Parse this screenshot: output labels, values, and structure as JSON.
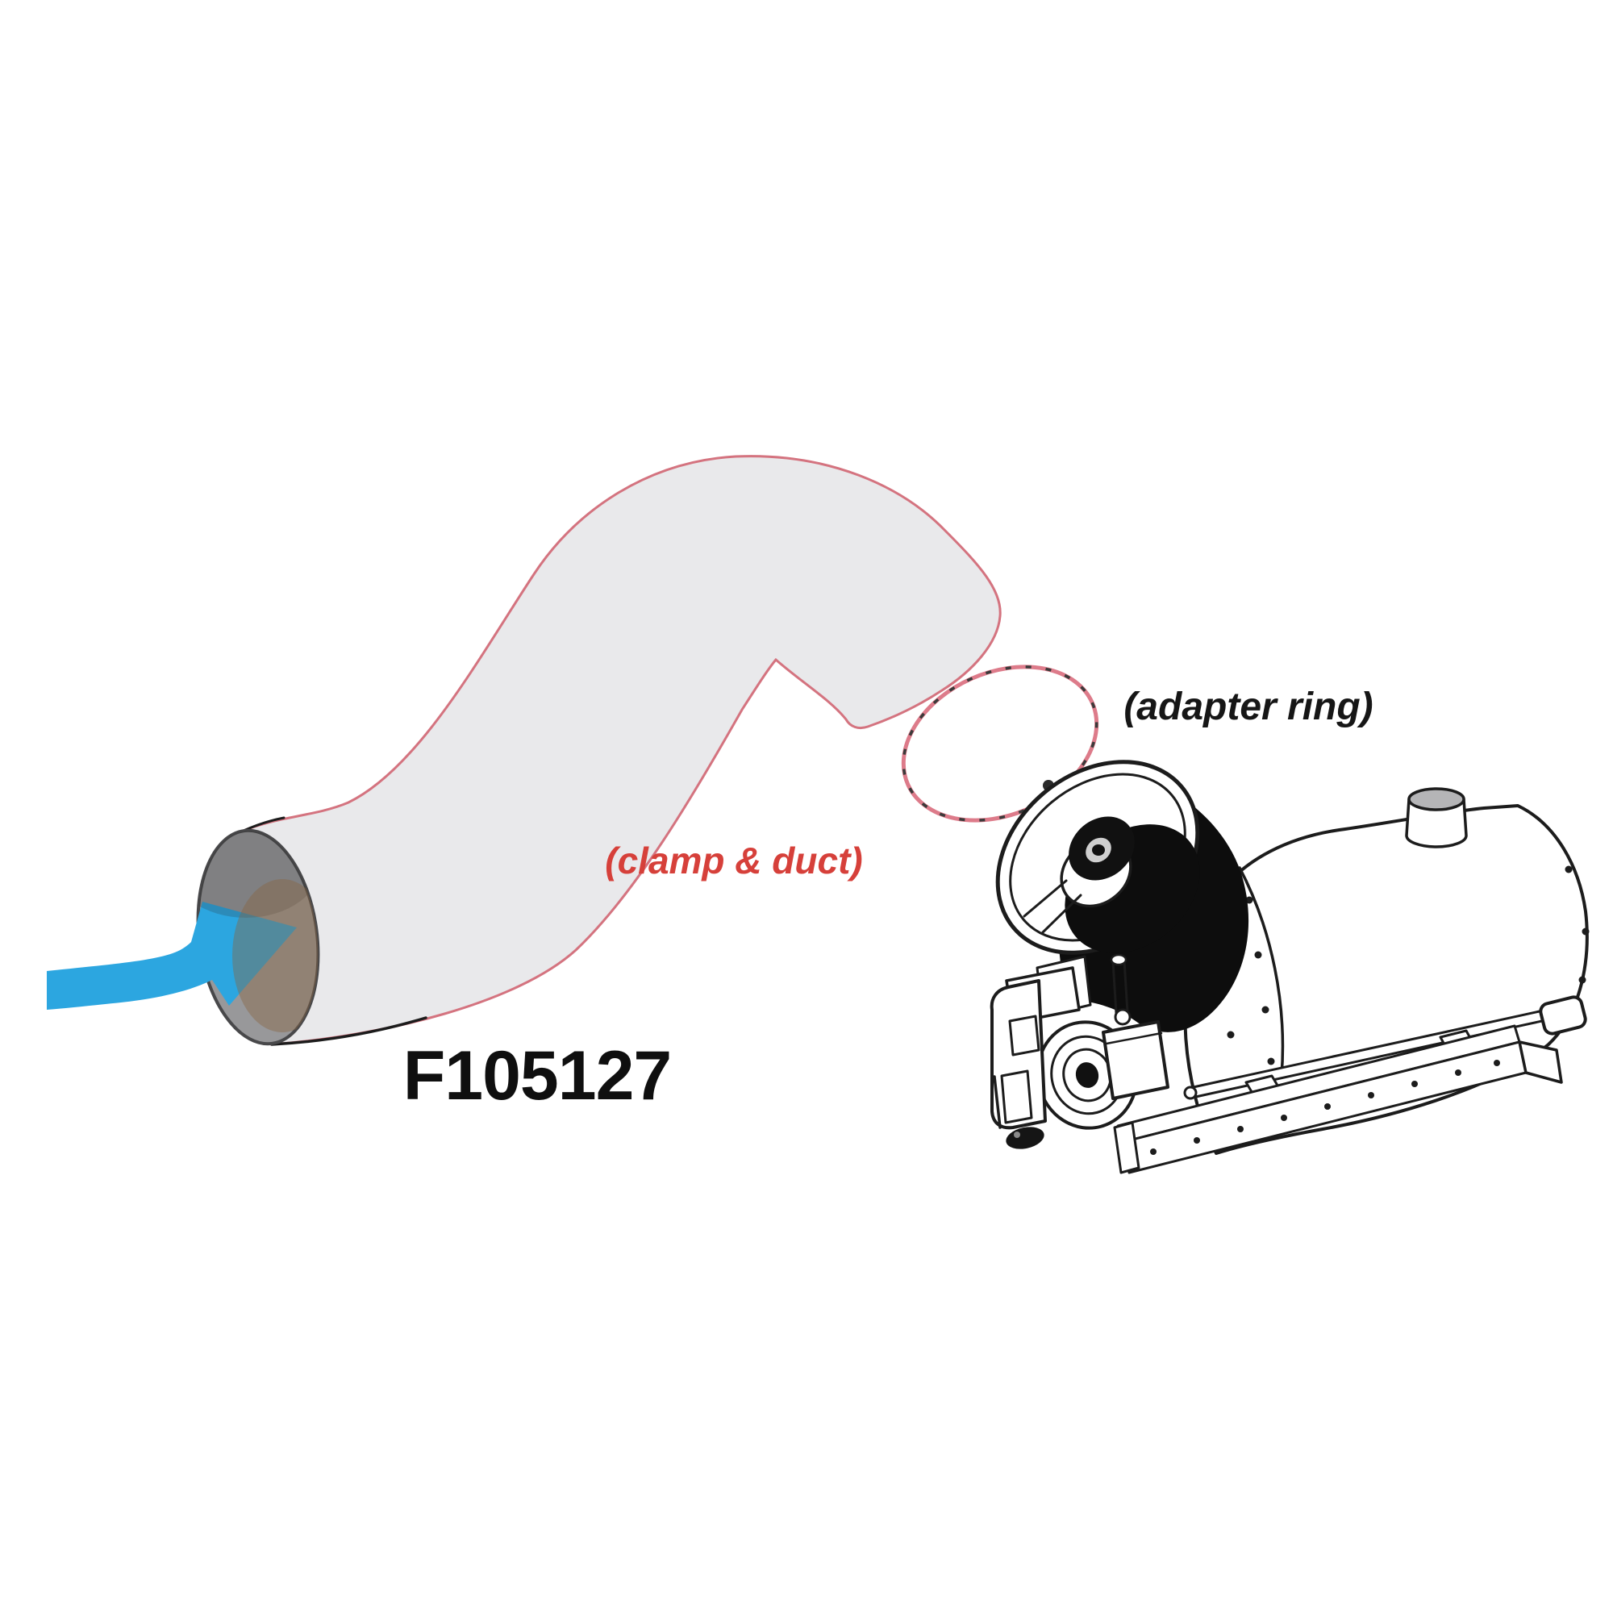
{
  "diagram": {
    "part_number": "F105127",
    "labels": {
      "clamp_duct": "(clamp & duct)",
      "adapter_ring": "(adapter ring)"
    },
    "colors": {
      "background": "#ffffff",
      "duct_fill": "#e9e9eb",
      "duct_outline_pink": "#d4737f",
      "ring_pink": "#dd7b8a",
      "label_red": "#d6403a",
      "label_black": "#161616",
      "arrow_blue": "#2ca6e0",
      "line_art_black": "#1c1c1c",
      "duct_opening_gray": "#98989a",
      "fuel_cap_gray": "#b5b5b7"
    },
    "components": {
      "airflow_arrow": "airflow-arrow-icon",
      "flexible_duct": "flexible-duct",
      "adapter_ring": "adapter-ring",
      "heater": "heater-unit"
    }
  }
}
